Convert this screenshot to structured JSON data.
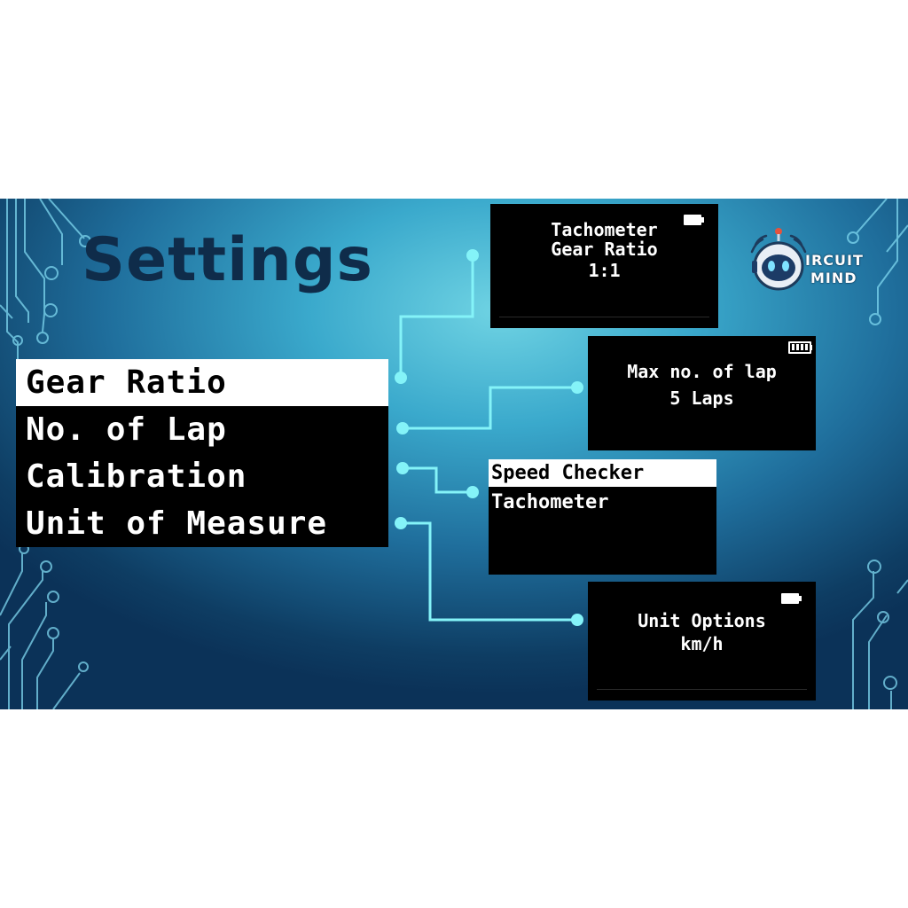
{
  "slide": {
    "title": "Settings",
    "colors": {
      "connector": "#7ff0f5",
      "menu_bg": "#000000",
      "menu_selected_bg": "#ffffff"
    }
  },
  "main_menu": {
    "items": [
      {
        "label": "Gear Ratio",
        "selected": true
      },
      {
        "label": "No. of Lap",
        "selected": false
      },
      {
        "label": "Calibration",
        "selected": false
      },
      {
        "label": "Unit of Measure",
        "selected": false
      }
    ]
  },
  "screens": {
    "gear_ratio": {
      "line1": "Tachometer",
      "line2": "Gear Ratio",
      "line3": "1:1",
      "battery_icon": "battery-full-icon"
    },
    "no_of_lap": {
      "line1": "Max no. of lap",
      "line2": "5 Laps",
      "battery_icon": "battery-bars-icon"
    },
    "calibration": {
      "options": [
        {
          "label": "Speed Checker",
          "selected": true
        },
        {
          "label": "Tachometer",
          "selected": false
        }
      ]
    },
    "unit_of_measure": {
      "line1": "Unit Options",
      "line2": "km/h",
      "battery_icon": "battery-full-icon"
    }
  },
  "logo": {
    "line1": "IRCUIT",
    "line2": "MIND",
    "icon": "robot-head-icon"
  }
}
